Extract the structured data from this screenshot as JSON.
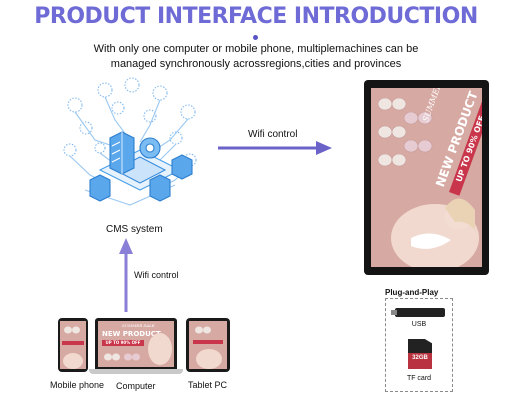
{
  "header": {
    "title": "PRODUCT INTERFACE INTRODUCTION",
    "subtitle_line1": "With only one computer or mobile phone, multiplemachines can be",
    "subtitle_line2": "managed synchronously acrossregions,cities and provinces"
  },
  "diagram": {
    "cms_label": "CMS system",
    "wifi_right_label": "Wifi control",
    "wifi_up_label": "Wifi control",
    "arrow_color": "#6c63c9",
    "network_color": "#4a9fe6"
  },
  "display": {
    "script_text": "SUMMER SALE",
    "headline": "NEW PRODUCT",
    "offer": "UP TO 90% OFF"
  },
  "devices": {
    "phone_label": "Mobile phone",
    "computer_label": "Computer",
    "tablet_label": "Tablet PC",
    "laptop_script": "SUMMER SALE",
    "laptop_headline": "NEW PRODUCT",
    "laptop_offer": "UP TO 90% OFF"
  },
  "plug": {
    "title": "Plug-and-Play",
    "usb_label": "USB",
    "tf_capacity": "32GB",
    "tf_label": "TF card"
  }
}
